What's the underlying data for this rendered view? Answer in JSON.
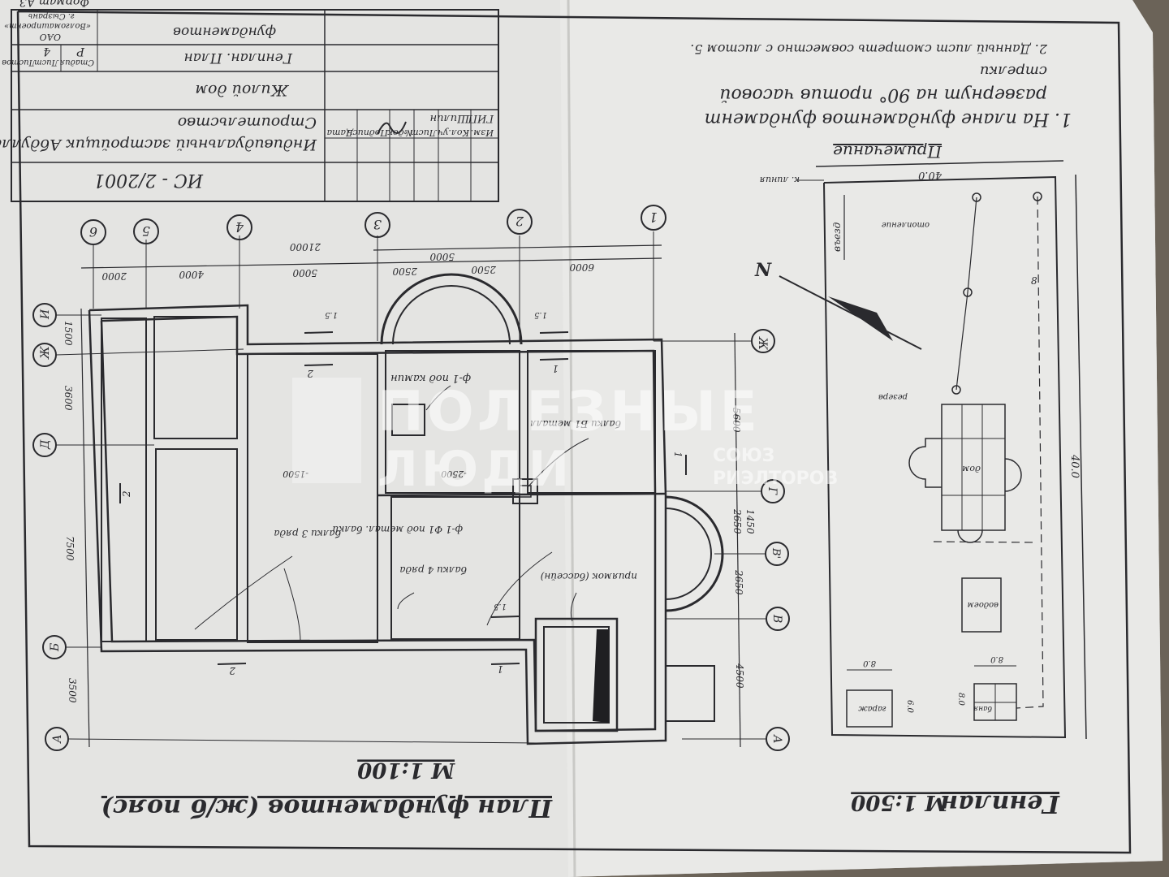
{
  "title_block": {
    "code": "ИС - 2/2001",
    "client_line1": "Индивидуальный застройщик Абдуллаев.",
    "client_line2": "Строительство",
    "object": "Жилой дом",
    "sheet_title1": "Генплан. План",
    "sheet_title2": "фундаментов",
    "org_line1": "ОАО",
    "org_line2": "«Волгомашпроект»",
    "org_line3": "г. Сызрань",
    "stage_label": "Стадия",
    "sheet_label": "Лист",
    "sheets_label": "Листов",
    "stage_value": "Р",
    "sheet_value": "4",
    "format": "Формат А3",
    "gip_label": "ГИП",
    "gip_name": "Шилин",
    "cols": [
      "Изм.",
      "Кол.уч",
      "Лист",
      "№док",
      "Подпись",
      "Дата"
    ]
  },
  "notes": {
    "heading": "Примечание",
    "n1a": "1. На плане фундаментов фундамент",
    "n1b": "развернут на 90° против часовой",
    "n1c": "стрелки",
    "n2": "2. Данный лист смотреть совместно с листом 5."
  },
  "genplan": {
    "title": "Генплан",
    "scale": "М 1:500",
    "dim_top": "40.0",
    "dim_side": "40.0",
    "red_line": "к. линия",
    "entry": "въезд",
    "gas": "отопление",
    "house": "дом",
    "pool": "водоем",
    "garage": "гараж",
    "bath": "баня",
    "reserve": "резерв",
    "d8a": "8.0",
    "d8b": "8.0",
    "d6": "6.0",
    "d8c": "8.0",
    "north": "N",
    "fence": "8"
  },
  "plan": {
    "title": "План фундаментов (ж/б пояс)",
    "scale": "М 1:100",
    "axes_top": [
      "1",
      "2",
      "3",
      "4",
      "5",
      "6"
    ],
    "axes_left": [
      "И",
      "Ж",
      "Д",
      "Б",
      "А"
    ],
    "axes_right": [
      "Ж",
      "Г",
      "В'",
      "В",
      "А"
    ],
    "dims_top": [
      "6000",
      "2500",
      "2500",
      "5000",
      "4000",
      "2000"
    ],
    "dim_total": "21000",
    "dim_arc": "5000",
    "dims_left": [
      "1500",
      "3600",
      "7500",
      "3500"
    ],
    "dims_right": [
      "5600",
      "2650",
      "1450",
      "2650",
      "4500"
    ],
    "labels": {
      "fireplace": "ф-1 под камин",
      "beams": "балки Б1 металл",
      "beams4": "балки 4 ряда",
      "f1": "ф-1 Ф1 под метал. балки",
      "beams3": "балки 3 ряда",
      "pit": "приямок (бассейн)",
      "lvl1": "-1500",
      "lvl2": "-2500",
      "sec1": "1",
      "sec2": "2",
      "sec15": "1.5"
    }
  },
  "watermark": {
    "line1": "ПОЛЕЗНЫЕ",
    "line2": "ЛЮДИ",
    "line3": "СОЮЗ",
    "line4": "РИЭЛТОРОВ"
  },
  "colors": {
    "paper": "#e6e6e4",
    "ink": "#2a2a2e",
    "table": "#6b6358"
  }
}
